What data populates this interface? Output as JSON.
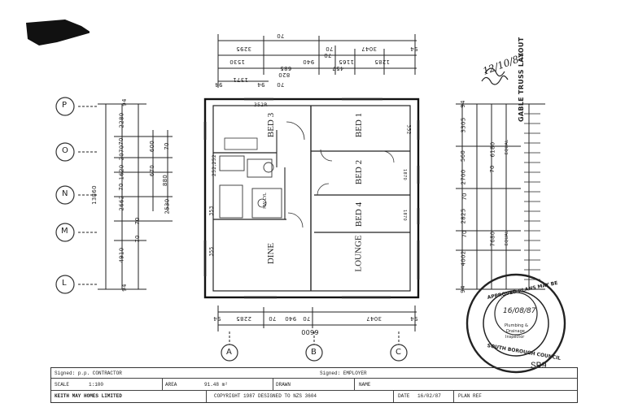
{
  "sheet_id": "SR9",
  "dims": {
    "top_outer": "70",
    "top_a": "3295",
    "top_b": "70",
    "top_c": "3047",
    "top_d": "94",
    "top2_a": "1530",
    "top2_b": "940",
    "top2_c": "70",
    "top2_d": "1285",
    "top2_e": "1165",
    "top2_f": "685",
    "top2_g": "457",
    "top3_a": "820",
    "top3_b": "1371",
    "top3_c": "70",
    "top3_d": "94",
    "top3_e": "94",
    "left_total": "13860",
    "left_a": "2280",
    "left_b": "70",
    "left_c": "2070",
    "left_d": "1620",
    "left_e": "70",
    "left_f": "2662",
    "left_g": "4910",
    "left_h": "94",
    "left_i": "94",
    "left2_a": "600",
    "left2_b": "670",
    "left2_c": "880",
    "left2_d": "2530",
    "left2_e": "70",
    "left2_f": "70",
    "left2_g": "70",
    "right_a": "3305",
    "right_b": "560",
    "right_c": "2700",
    "right_d": "70",
    "right_e": "2825",
    "right_f": "70",
    "right_g": "4002",
    "right_h": "94",
    "right_i": "94",
    "right2_a": "6180",
    "right2_b": "70",
    "right2_c": "7680",
    "bottom_a": "2285",
    "bottom_b": "70",
    "bottom_c": "940",
    "bottom_d": "70",
    "bottom_e": "3047",
    "bottom_f": "94",
    "bottom_g": "94",
    "bottom_total": "6600",
    "gable": "GABLE TRUSS LAYOUT",
    "equal": "EQUAL",
    "wall_352R": "352R",
    "wall_353": "353",
    "wall_355": "355",
    "wall_352": "352",
    "wall_252": "252,252",
    "bath_a": "1870",
    "bath_b": "1870"
  },
  "grid": {
    "rows": [
      "P",
      "O",
      "N",
      "M",
      "L"
    ],
    "cols": [
      "A",
      "B",
      "C"
    ]
  },
  "rooms": {
    "bed1": "BED 1",
    "bed2": "BED 2",
    "bed3": "BED 3",
    "bed4": "BED 4",
    "dine": "DINE",
    "lounge": "LOUNGE",
    "hwc": "HW CYL"
  },
  "handwriting": "12/10/87",
  "stamp": {
    "text_top": "APPROVED PLANS MAY BE",
    "text_bottom": "SOUTH BOROUGH COUNCIL",
    "inner1": "Plumbing &",
    "inner2": "Drainage",
    "inner3": "Inspector",
    "date": "16/08/87"
  },
  "titleblock": {
    "contractor_label": "Signed: p.p. CONTRACTOR",
    "employer_label": "Signed: EMPLOYER",
    "scale_label": "SCALE",
    "scale_value": "1:100",
    "area_label": "AREA",
    "area_value": "91.48 m²",
    "drawn_label": "DRAWN",
    "name_label": "NAME",
    "company": "KEITH MAY HOMES LIMITED",
    "copyright": "COPYRIGHT 1987 DESIGNED TO NZS 3604",
    "date_label": "DATE",
    "date_value": "16/02/87",
    "planref_label": "PLAN REF"
  }
}
